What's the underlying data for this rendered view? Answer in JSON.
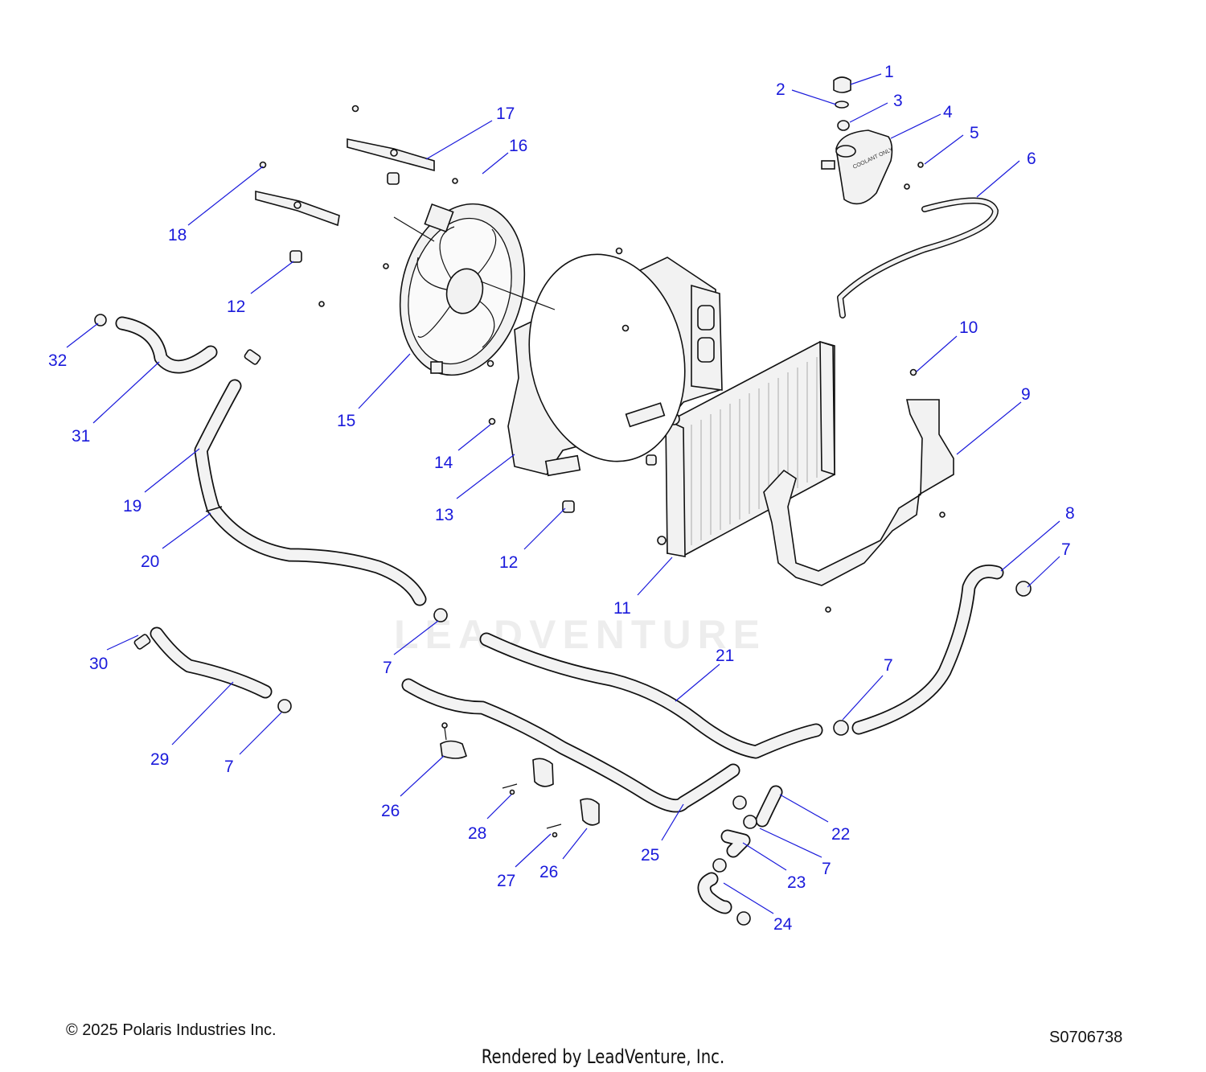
{
  "callouts": {
    "c1": "1",
    "c2": "2",
    "c3": "3",
    "c4": "4",
    "c5": "5",
    "c6": "6",
    "c7a": "7",
    "c7b": "7",
    "c7c": "7",
    "c7d": "7",
    "c7e": "7",
    "c8": "8",
    "c9": "9",
    "c10": "10",
    "c11": "11",
    "c12a": "12",
    "c12b": "12",
    "c13": "13",
    "c14": "14",
    "c15": "15",
    "c16": "16",
    "c17": "17",
    "c18": "18",
    "c19": "19",
    "c20": "20",
    "c21": "21",
    "c22": "22",
    "c23": "23",
    "c24": "24",
    "c25": "25",
    "c26a": "26",
    "c26b": "26",
    "c27": "27",
    "c28": "28",
    "c29": "29",
    "c30": "30",
    "c31": "31",
    "c32": "32"
  },
  "reservoir_label": "COOLANT ONLY",
  "footer": {
    "copyright": "© 2025 Polaris Industries Inc.",
    "diagram_id": "S0706738",
    "rendered_by": "Rendered by LeadVenture, Inc."
  },
  "watermark": "LEADVENTURE",
  "colors": {
    "callout": "#1a1adb",
    "line_art": "#111111",
    "part_fill": "#f2f2f2"
  }
}
